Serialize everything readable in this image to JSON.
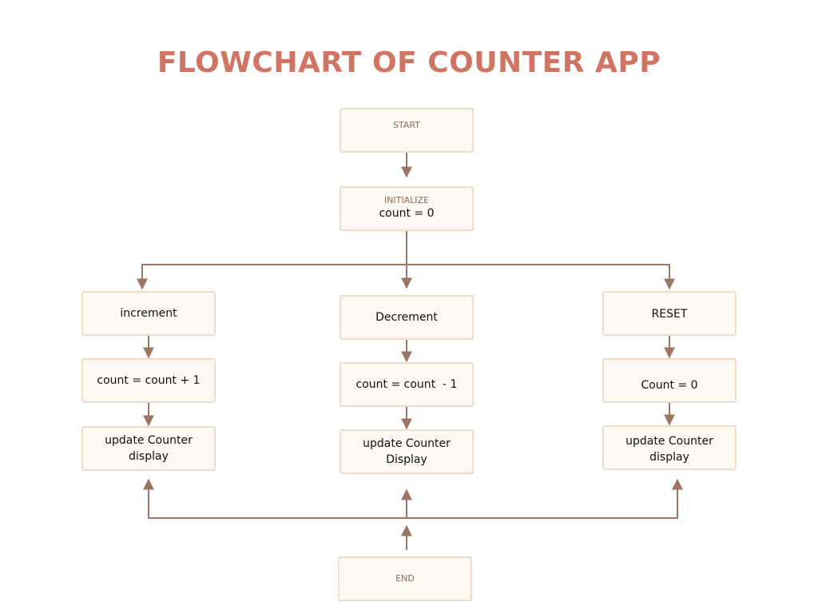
{
  "title": "FLOWCHART OF COUNTER APP",
  "colors": {
    "title": "#d07563",
    "node_fill": "#fdf8f1",
    "node_border": "#eddcc7",
    "connector": "#9c7665"
  },
  "nodes": {
    "start": "START",
    "initialize": {
      "label": "INITIALIZE",
      "text": "count = 0"
    },
    "increment": {
      "action": "increment",
      "operation": "count = count + 1",
      "update_line1": "update Counter",
      "update_line2": "display"
    },
    "decrement": {
      "action": "Decrement",
      "operation": "count = count  - 1",
      "update_line1": "update Counter",
      "update_line2": "Display"
    },
    "reset": {
      "action": "RESET",
      "operation": "Count = 0",
      "update_line1": "update Counter",
      "update_line2": "display"
    },
    "end": "END"
  }
}
